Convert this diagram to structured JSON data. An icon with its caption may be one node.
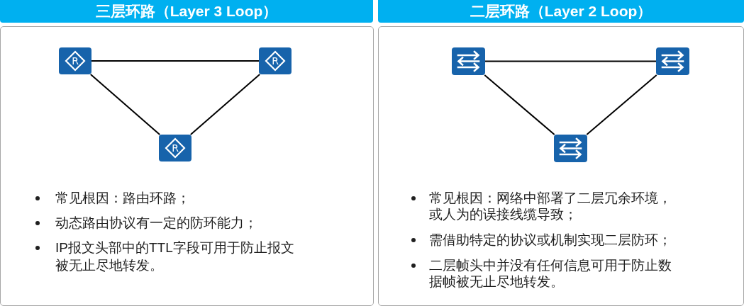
{
  "diagram": {
    "nodes": [
      {
        "text": [
          "三层环路（Layer 3 Loop）"
        ]
      },
      {
        "text": [
          "常见根因：路由环路；",
          "动态路由协议有一定的防环能力；",
          "IP报文头部中的TTL字段可用于防止报文被无止尽地转发。"
        ]
      },
      {
        "text": [
          "R"
        ],
        "in": 1
      },
      {
        "text": [
          "R"
        ],
        "in": 1
      },
      {
        "text": [
          "R"
        ],
        "in": 1
      },
      {
        "text": [
          "二层环路（Layer 2 Loop）"
        ]
      },
      {
        "text": [
          "常见根因：网络中部署了二层冗余环境，或人为的误接线缆导致；",
          "需借助特定的协议或机制实现二层防环；",
          "二层帧头中并没有任何信息可用于防止数据帧被无止尽地转发。"
        ]
      },
      {
        "text": [],
        "shape": "picture",
        "in": 6
      },
      {
        "text": [],
        "shape": "picture",
        "in": 6
      },
      {
        "text": [],
        "shape": "picture",
        "in": 6
      }
    ],
    "edges": [
      {
        "from": 2,
        "to": 3,
        "arrow": "none"
      },
      {
        "from": 2,
        "to": 4,
        "arrow": "none"
      },
      {
        "from": 3,
        "to": 4,
        "arrow": "none"
      },
      {
        "from": 7,
        "to": 8,
        "arrow": "none"
      },
      {
        "from": 7,
        "to": 9,
        "arrow": "none"
      },
      {
        "from": 8,
        "to": 9,
        "arrow": "none"
      }
    ]
  }
}
